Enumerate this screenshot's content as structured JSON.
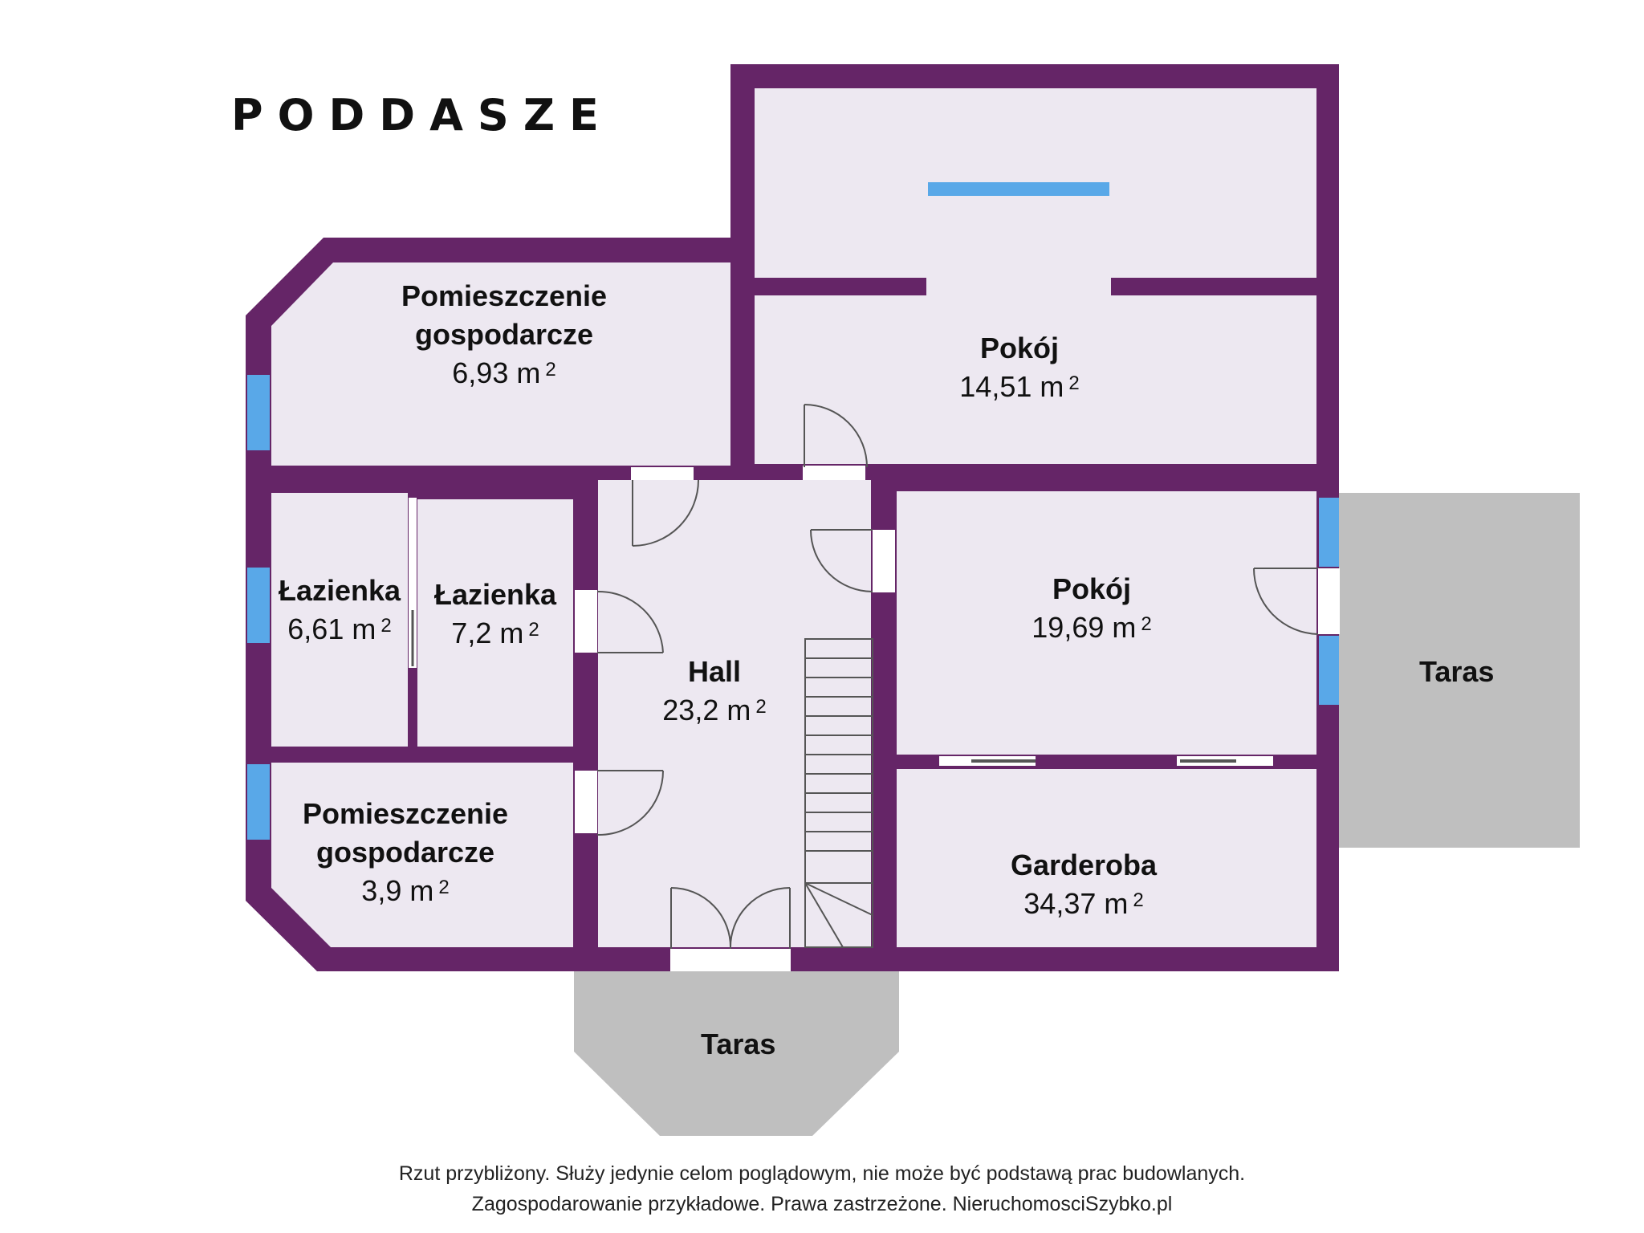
{
  "title": "PODDASZE",
  "colors": {
    "wall": "#652567",
    "floor": "#ede8f1",
    "window": "#59a8e8",
    "terrace": "#bfbfbf",
    "door": "#555555"
  },
  "area_unit": "m",
  "area_exponent": "2",
  "rooms": [
    {
      "name_line1": "Pomieszczenie",
      "name_line2": "gospodarcze",
      "area": "6,93 m"
    },
    {
      "name_line1": "Pokój",
      "area": "14,51 m"
    },
    {
      "name_line1": "Łazienka",
      "area": "6,61 m"
    },
    {
      "name_line1": "Łazienka",
      "area": "7,2 m"
    },
    {
      "name_line1": "Hall",
      "area": "23,2 m"
    },
    {
      "name_line1": "Pokój",
      "area": "19,69 m"
    },
    {
      "name_line1": "Pomieszczenie",
      "name_line2": "gospodarcze",
      "area": "3,9 m"
    },
    {
      "name_line1": "Garderoba",
      "area": "34,37 m"
    }
  ],
  "terraces": [
    "Taras",
    "Taras"
  ],
  "disclaimer": {
    "line1": "Rzut przybliżony. Służy jedynie celom poglądowym, nie może być podstawą prac budowlanych.",
    "line2": "Zagospodarowanie przykładowe. Prawa zastrzeżone. NieruchomosciSzybko.pl"
  }
}
